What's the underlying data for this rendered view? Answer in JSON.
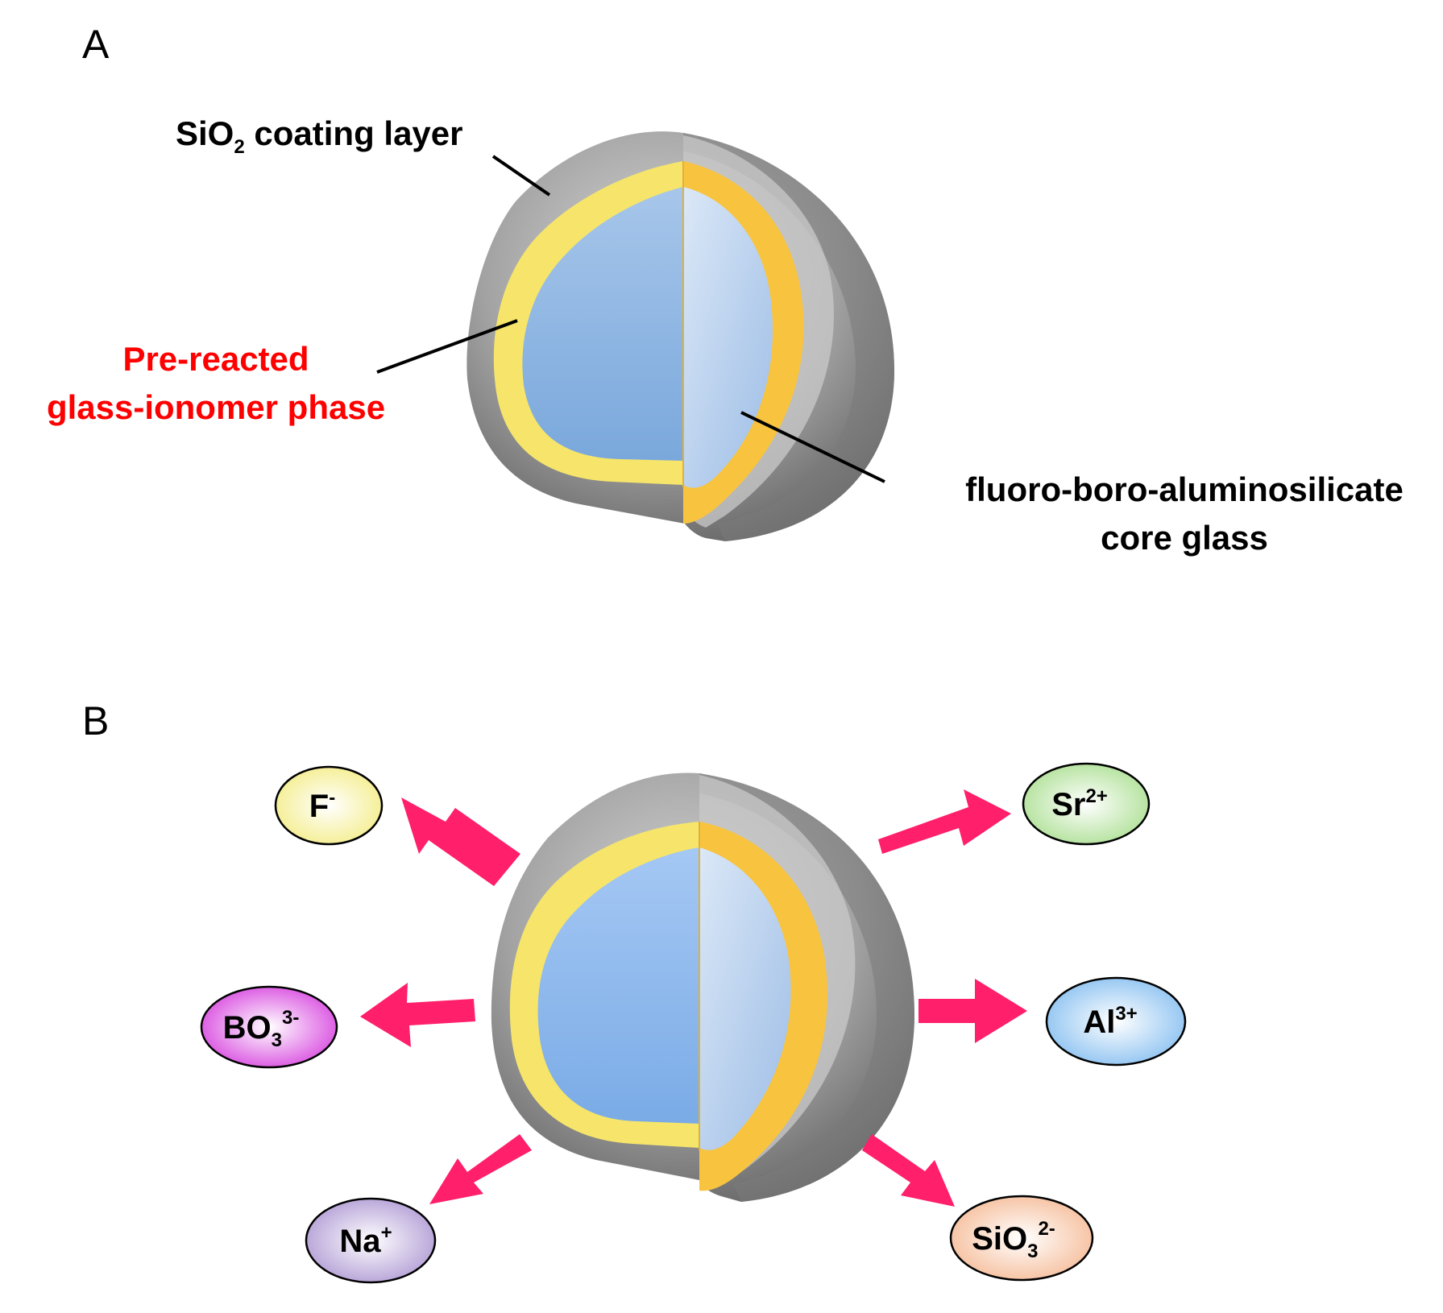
{
  "panel_a": {
    "letter": "A",
    "sio2_label": {
      "pre": "SiO",
      "sub": "2",
      "post": " coating layer"
    },
    "prereacted_line1": "Pre-reacted",
    "prereacted_line2": "glass-ionomer phase",
    "core_line1": "fluoro-boro-aluminosilicate",
    "core_line2": "core glass"
  },
  "panel_b": {
    "letter": "B",
    "ions": {
      "f": {
        "base": "F",
        "sub": "",
        "sup": "-"
      },
      "sr": {
        "base": "Sr",
        "sub": "",
        "sup": "2+"
      },
      "bo3": {
        "base": "BO",
        "sub": "3",
        "sup": "3-"
      },
      "al": {
        "base": "Al",
        "sub": "",
        "sup": "3+"
      },
      "na": {
        "base": "Na",
        "sub": "",
        "sup": "+"
      },
      "sio3": {
        "base": "SiO",
        "sub": "3",
        "sup": "2-"
      }
    }
  },
  "colors": {
    "shell_dark": "#6f6f6f",
    "shell_light": "#c8c8c8",
    "yellow": "#f6e46a",
    "orange": "#f8c43f",
    "core_dark": "#7fa9d9",
    "core_light": "#d3e3f5",
    "arrow": "#ff1f6a",
    "ion_f": "#f7f29a",
    "ion_sr": "#b7e59f",
    "ion_bo3": "#d94be0",
    "ion_al": "#93c8f2",
    "ion_na": "#b9a6d8",
    "ion_sio3": "#f7c8a6"
  }
}
